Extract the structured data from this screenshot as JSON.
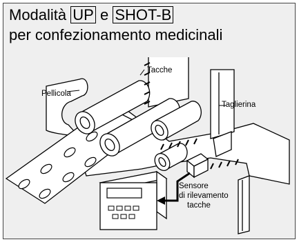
{
  "title": {
    "prefix": "Modalità",
    "mode_up": "UP",
    "joiner": "e",
    "mode_shotb": "SHOT-B",
    "subtitle": "per confezionamento medicinali"
  },
  "labels": {
    "film": "Pellicola",
    "marks": "Tacche",
    "cutter": "Taglierina",
    "sensor_line1": "Sensore",
    "sensor_line2": "di rilevamento",
    "sensor_line3": "tacche"
  },
  "colors": {
    "background": "#efefef",
    "line": "#000000",
    "surface": "#ffffff"
  }
}
